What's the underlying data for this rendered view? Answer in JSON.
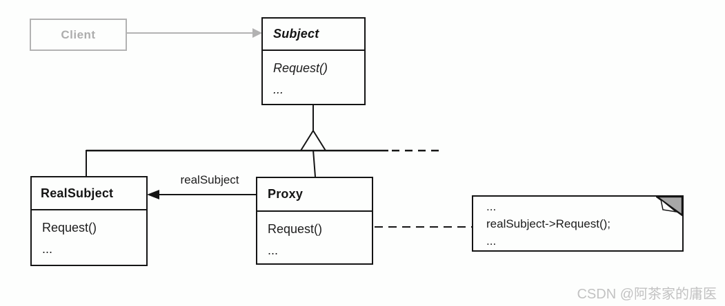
{
  "diagram": {
    "kind": "uml-class-diagram",
    "pattern": "Proxy",
    "classes": {
      "client": {
        "name": "Client"
      },
      "subject": {
        "name": "Subject",
        "methods": [
          "Request()",
          "..."
        ]
      },
      "real_subject": {
        "name": "RealSubject",
        "methods": [
          "Request()",
          "..."
        ]
      },
      "proxy": {
        "name": "Proxy",
        "methods": [
          "Request()",
          "..."
        ]
      }
    },
    "associations": {
      "real_subject_label": "realSubject"
    },
    "note": {
      "lines": [
        "...",
        "realSubject->Request();",
        "..."
      ]
    }
  },
  "watermark": {
    "text": "CSDN @阿茶家的庸医"
  },
  "colors": {
    "line": "#141414",
    "muted_gray": "#b2b2b2",
    "note_fold_gray": "#a8a8a8",
    "watermark_gray": "#c2c2c2",
    "background": "#fdfefd"
  }
}
